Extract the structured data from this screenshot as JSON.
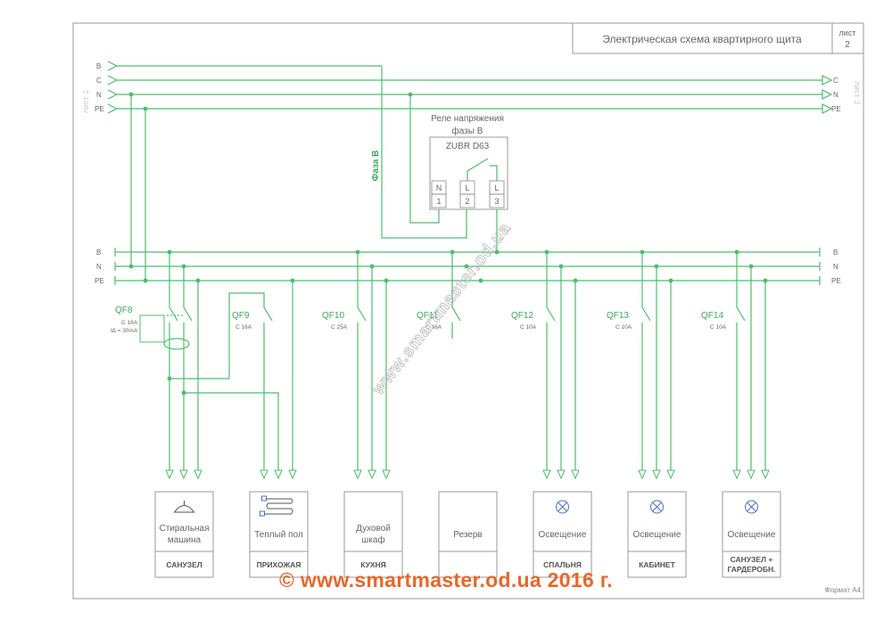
{
  "title": "Электрическая схема квартирного щита",
  "sheet": {
    "label": "лист",
    "number": "2"
  },
  "ref_left": "лист 1",
  "ref_right": "лист 3",
  "format": "Формат А4",
  "bus_top": [
    "B",
    "C",
    "N",
    "PE"
  ],
  "bus_bottom": [
    "B",
    "N",
    "PE"
  ],
  "phase_label": "Фаза В",
  "relay": {
    "title_line1": "Реле напряжения",
    "title_line2": "фазы В",
    "model": "ZUBR D63",
    "terminals": [
      {
        "name": "N",
        "num": "1"
      },
      {
        "name": "L",
        "num": "2"
      },
      {
        "name": "L",
        "num": "3"
      }
    ]
  },
  "breakers": [
    {
      "id": "QF8",
      "rating": "C 16A",
      "rating2": "I∆ = 30mA"
    },
    {
      "id": "QF9",
      "rating": "C 16A"
    },
    {
      "id": "QF10",
      "rating": "C 25A"
    },
    {
      "id": "QF11",
      "rating": "C 16A"
    },
    {
      "id": "QF12",
      "rating": "C 10A"
    },
    {
      "id": "QF13",
      "rating": "C 10A"
    },
    {
      "id": "QF14",
      "rating": "C 10A"
    }
  ],
  "loads": [
    {
      "name": "Стиральная машина",
      "name_l1": "Стиральная",
      "name_l2": "машина",
      "room": "САНУЗЕЛ",
      "icon": "washing-machine-icon"
    },
    {
      "name": "Теплый пол",
      "room": "ПРИХОЖАЯ",
      "icon": "floor-heating-icon"
    },
    {
      "name": "Духовой шкаф",
      "name_l1": "Духовой",
      "name_l2": "шкаф",
      "room": "КУХНЯ",
      "icon": ""
    },
    {
      "name": "Резерв",
      "room": "",
      "icon": ""
    },
    {
      "name": "Освещение",
      "room": "СПАЛЬНЯ",
      "icon": "lamp-icon"
    },
    {
      "name": "Освещение",
      "room": "КАБИНЕТ",
      "icon": "lamp-icon"
    },
    {
      "name": "Освещение",
      "room": "САНУЗЕЛ + ГАРДЕРОБН.",
      "room_l1": "САНУЗЕЛ +",
      "room_l2": "ГАРДЕРОБН.",
      "icon": "lamp-icon"
    }
  ],
  "watermark": "www.smartmaster.od.ua",
  "footer": "©  www.smartmaster.od.ua   2016 г.",
  "colors": {
    "wire": "#4cbd6c",
    "footer": "#e8672a",
    "frame": "#9a9a9a"
  }
}
